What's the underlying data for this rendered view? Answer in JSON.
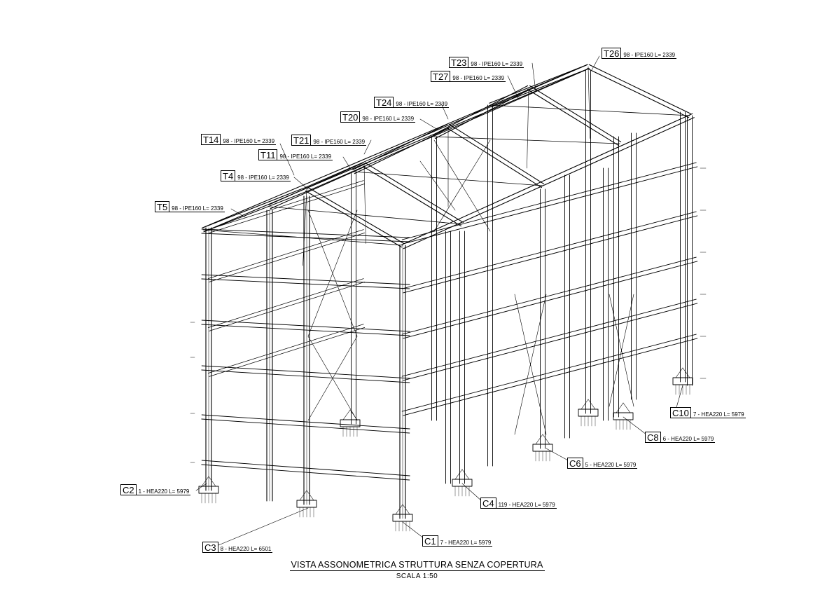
{
  "drawing": {
    "title": "VISTA ASSONOMETRICA STRUTTURA SENZA COPERTURA",
    "scale": "SCALA  1:50"
  },
  "rafters": [
    {
      "id": "T23",
      "desc": "98 - IPE160 L= 2339"
    },
    {
      "id": "T26",
      "desc": "98 - IPE160 L= 2339"
    },
    {
      "id": "T27",
      "desc": "98 - IPE160 L= 2339"
    },
    {
      "id": "T24",
      "desc": "98 - IPE160 L= 2339"
    },
    {
      "id": "T20",
      "desc": "98 - IPE160 L= 2339"
    },
    {
      "id": "T14",
      "desc": "98 - IPE160 L= 2339"
    },
    {
      "id": "T21",
      "desc": "98 - IPE160 L= 2339"
    },
    {
      "id": "T11",
      "desc": "98 - IPE160 L= 2339"
    },
    {
      "id": "T4",
      "desc": "98 - IPE160 L= 2339"
    },
    {
      "id": "T5",
      "desc": "98 - IPE160 L= 2339"
    }
  ],
  "columns": [
    {
      "id": "C10",
      "desc": "7 - HEA220 L= 5979"
    },
    {
      "id": "C8",
      "desc": "6 - HEA220 L= 5979"
    },
    {
      "id": "C6",
      "desc": "5 - HEA220 L= 5979"
    },
    {
      "id": "C2",
      "desc": "1 - HEA220 L= 5979"
    },
    {
      "id": "C4",
      "desc": "119 - HEA220 L= 5979"
    },
    {
      "id": "C3",
      "desc": "8 - HEA220 L= 6501"
    },
    {
      "id": "C1",
      "desc": "7 - HEA220 L= 5979"
    }
  ]
}
